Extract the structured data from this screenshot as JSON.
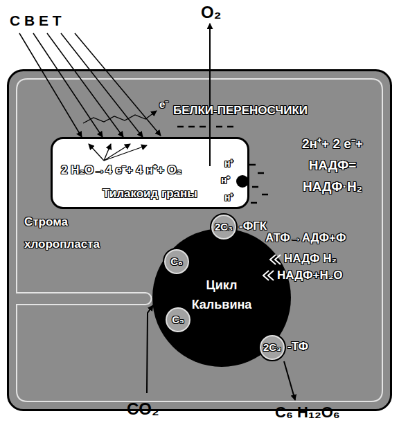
{
  "diagram": {
    "nodes": [
      {
        "text": [
          "Строма хлоропласта"
        ]
      },
      {
        "text": [
          "2 H₂O→4 e⁻+ 4 н⁺+ O₂",
          "Тилакоид граны"
        ],
        "in": 0
      },
      {
        "text": [
          "Цикл Кальвина"
        ],
        "in": 0
      },
      {
        "text": [
          "2С₃",
          "-ФГК"
        ],
        "in": 2
      },
      {
        "text": [
          "С₆"
        ],
        "in": 2
      },
      {
        "text": [
          "С₅"
        ],
        "in": 2
      },
      {
        "text": [
          "2С₃",
          "-ТФ"
        ],
        "in": 2
      }
    ],
    "labels": [
      "С В Е Т",
      "O₂",
      "e⁻",
      "БЕЛКИ-ПЕРЕНОСЧИКИ",
      "н⁺",
      "н⁺",
      "н⁺",
      "2н⁺+ 2 е⁻+ НАДФ= НАДФ·Н₂",
      "АТФ→АДФ+Ф",
      "НАДФ Н₂",
      "НАДФ+Н₂О",
      "CO₂",
      "C₆ H₁₂O₆"
    ]
  }
}
